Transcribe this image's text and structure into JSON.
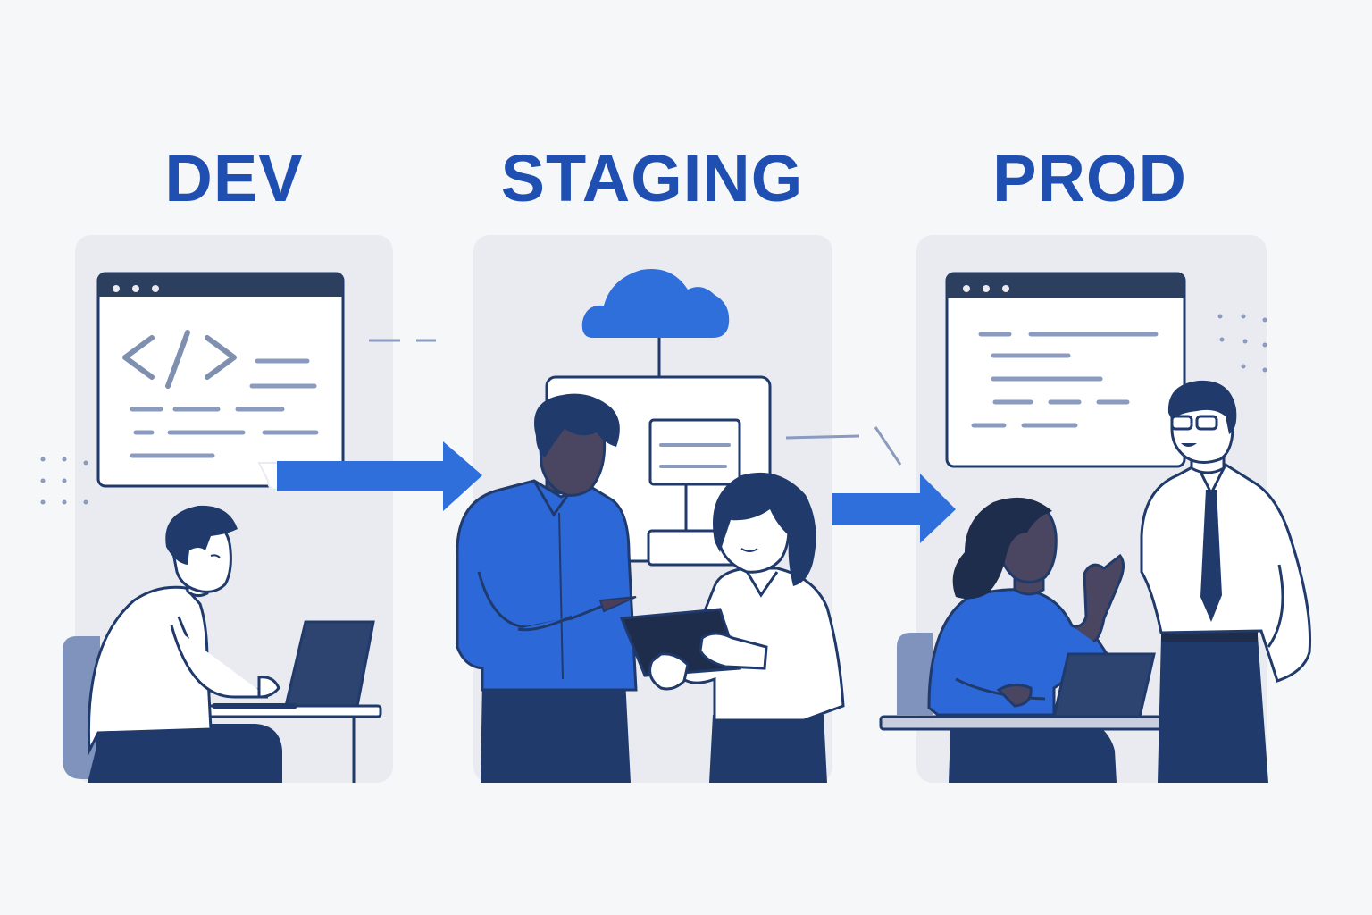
{
  "stages": [
    {
      "id": "dev",
      "label": "DEV"
    },
    {
      "id": "staging",
      "label": "STAGING"
    },
    {
      "id": "prod",
      "label": "PROD"
    }
  ],
  "colors": {
    "title": "#1f4fb0",
    "accent_blue": "#2f6fdb",
    "navy": "#1f3a6b",
    "panel_bg": "#e9ebf0",
    "page_bg": "#f6f7f9",
    "line_gray": "#8a9bbf"
  },
  "icons": [
    "code-icon",
    "cloud-icon",
    "arrow-right-icon",
    "laptop-icon",
    "tablet-icon"
  ]
}
